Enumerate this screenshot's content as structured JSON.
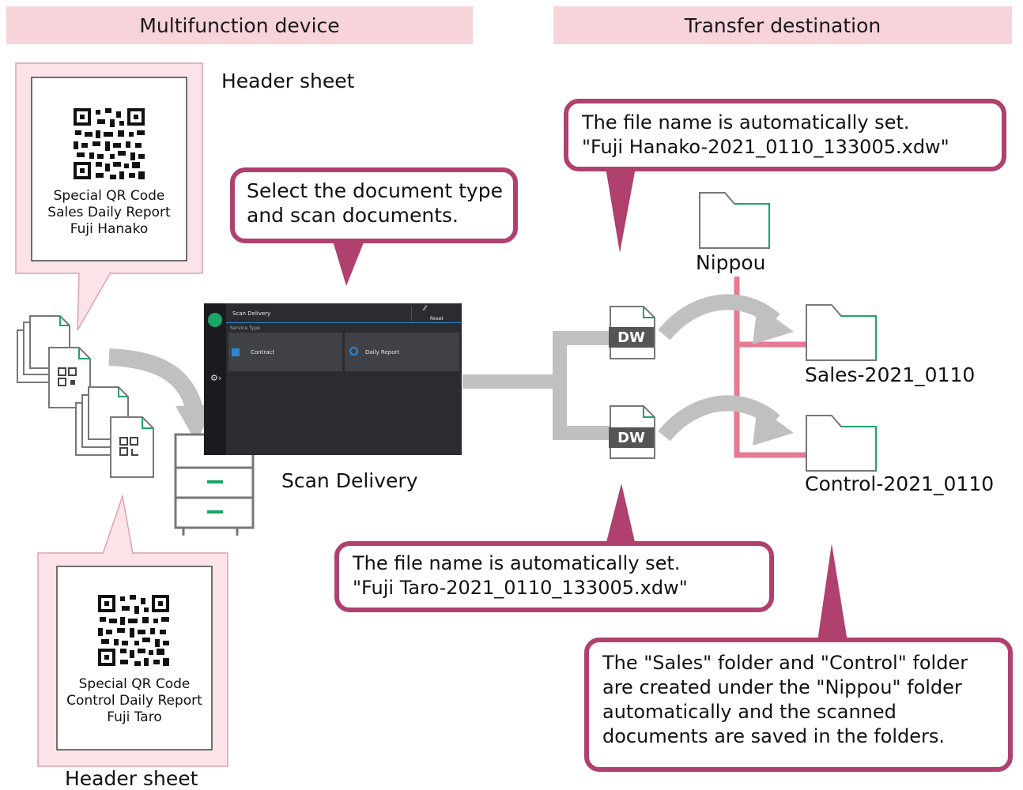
{
  "headers": {
    "left": "Multifunction device",
    "right": "Transfer destination"
  },
  "header_sheet_top": {
    "label": "Header sheet",
    "lines": [
      "Special QR Code",
      "Sales Daily Report",
      "Fuji Hanako"
    ]
  },
  "header_sheet_bottom": {
    "label": "Header sheet",
    "lines": [
      "Special QR Code",
      "Control Daily Report",
      "Fuji Taro"
    ]
  },
  "callouts": {
    "select": [
      "Select the document type",
      "and scan documents."
    ],
    "file_top": [
      "The file name is automatically set.",
      "\"Fuji Hanako-2021_0110_133005.xdw\""
    ],
    "file_bottom": [
      "The file name is automatically set.",
      "\"Fuji Taro-2021_0110_133005.xdw\""
    ],
    "folders": [
      "The \"Sales\" folder and \"Control\" folder",
      "are created under the \"Nippou\" folder",
      "automatically and the scanned",
      "documents are saved in the folders."
    ]
  },
  "screen": {
    "title": "Scan Delivery",
    "reset_label": "Reset",
    "section_label": "Service Type",
    "buttons": [
      "Contract",
      "Daily Report"
    ]
  },
  "scan_delivery_label": "Scan Delivery",
  "dw_label": "DW",
  "folders": {
    "root": "Nippou",
    "sales": "Sales-2021_0110",
    "control": "Control-2021_0110"
  },
  "colors": {
    "band": "#f7d3da",
    "callout_border": "#b0406e",
    "sheet_bg": "#fbe3e8",
    "arrow_gray": "#c0c0c0",
    "pink_line": "#e57a92",
    "green": "#1aa566"
  }
}
